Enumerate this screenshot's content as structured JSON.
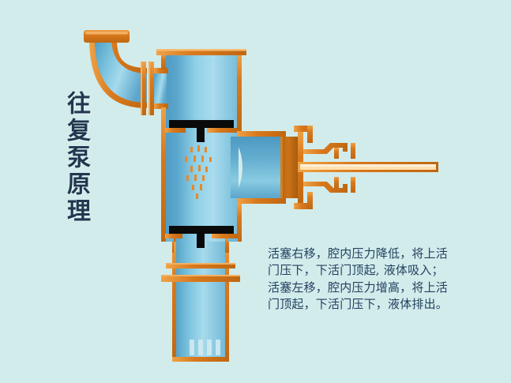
{
  "page": {
    "title": "往复泵原理",
    "background_color": "#d2ecec"
  },
  "title_block": {
    "text": "往复泵原理",
    "orientation": "vertical",
    "color": "#20384f"
  },
  "caption": {
    "full_text": "活塞右移，腔内压力降低，将上活门压下，下活门顶起, 液体吸入；活塞左移，腔内压力增高，将上活门顶起，下活门压下，液体排出。",
    "lines": [
      "活塞右移，腔内压力降低，将上活",
      "门压下，下活门顶起, 液体吸入；",
      "活塞左移，腔内压力增高，将上活",
      "门顶起，下活门压下，液体排出。"
    ],
    "color": "#23405e"
  },
  "colors": {
    "background": "#d2ecec",
    "metal_orange": "#d9791c",
    "metal_orange_light": "#f0a042",
    "metal_orange_dark": "#b45f11",
    "fluid_blue_light": "#a8dcee",
    "fluid_blue": "#5fa8cf",
    "fluid_blue_dark": "#3d8cb5",
    "valve_black": "#0a0a0a",
    "flow_arrow": "#e8882a",
    "text_dark": "#23405e"
  },
  "diagram": {
    "name": "reciprocating-pump-cutaway",
    "parts": [
      {
        "key": "discharge_cap",
        "label": "排出管端盖"
      },
      {
        "key": "discharge_elbow",
        "label": "排出弯管"
      },
      {
        "key": "elbow_flange",
        "label": "弯管法兰"
      },
      {
        "key": "pump_body",
        "label": "泵体"
      },
      {
        "key": "pump_body_top_flange",
        "label": "泵体上法兰"
      },
      {
        "key": "upper_valve",
        "label": "上活门"
      },
      {
        "key": "upper_valve_seat",
        "label": "上活门座"
      },
      {
        "key": "lower_valve",
        "label": "下活门"
      },
      {
        "key": "lower_valve_seat",
        "label": "下活门座"
      },
      {
        "key": "cylinder",
        "label": "液缸"
      },
      {
        "key": "piston",
        "label": "活塞"
      },
      {
        "key": "piston_rod",
        "label": "活塞杆"
      },
      {
        "key": "stuffing_box",
        "label": "填料函"
      },
      {
        "key": "cylinder_flange",
        "label": "液缸法兰"
      },
      {
        "key": "suction_pipe",
        "label": "吸入管"
      },
      {
        "key": "suction_flange_upper",
        "label": "吸入管上法兰"
      },
      {
        "key": "suction_flange_lower",
        "label": "吸入管下法兰"
      },
      {
        "key": "foot_strainer",
        "label": "底阀滤网"
      },
      {
        "key": "flow_arrows",
        "label": "液体流向"
      }
    ],
    "flow_arrows": {
      "count": 16,
      "direction": "up",
      "color": "#e8882a"
    },
    "strainer": {
      "slot_count": 4
    }
  }
}
